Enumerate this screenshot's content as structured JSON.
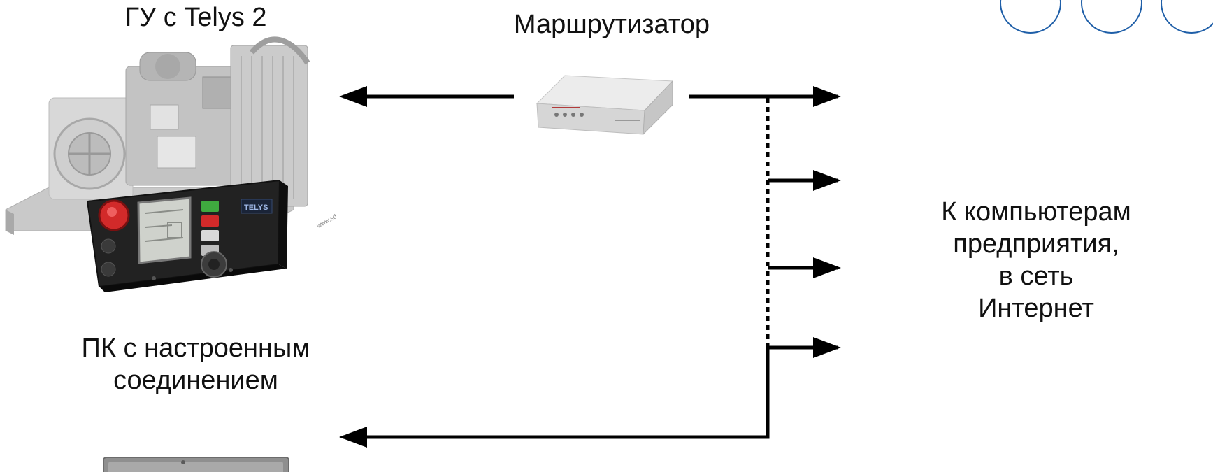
{
  "labels": {
    "genset": "ГУ с Telys 2",
    "router": "Маршрутизатор",
    "pc_line1": "ПК с настроенным",
    "pc_line2": "соединением",
    "net_line1": "К компьютерам",
    "net_line2": "предприятия,",
    "net_line3": "в сеть",
    "net_line4": "Интернет"
  },
  "panel": {
    "brand": "TELYS",
    "website": "www.sdmo.com"
  },
  "colors": {
    "ring_accent": "#1f5fa8",
    "arrow": "#000000",
    "stop_button": "#d22a2a",
    "start_button": "#3faa3f"
  },
  "icons": {
    "genset": "generator-with-telys-panel-icon",
    "router": "router-device-icon",
    "pc": "pc-icon"
  }
}
